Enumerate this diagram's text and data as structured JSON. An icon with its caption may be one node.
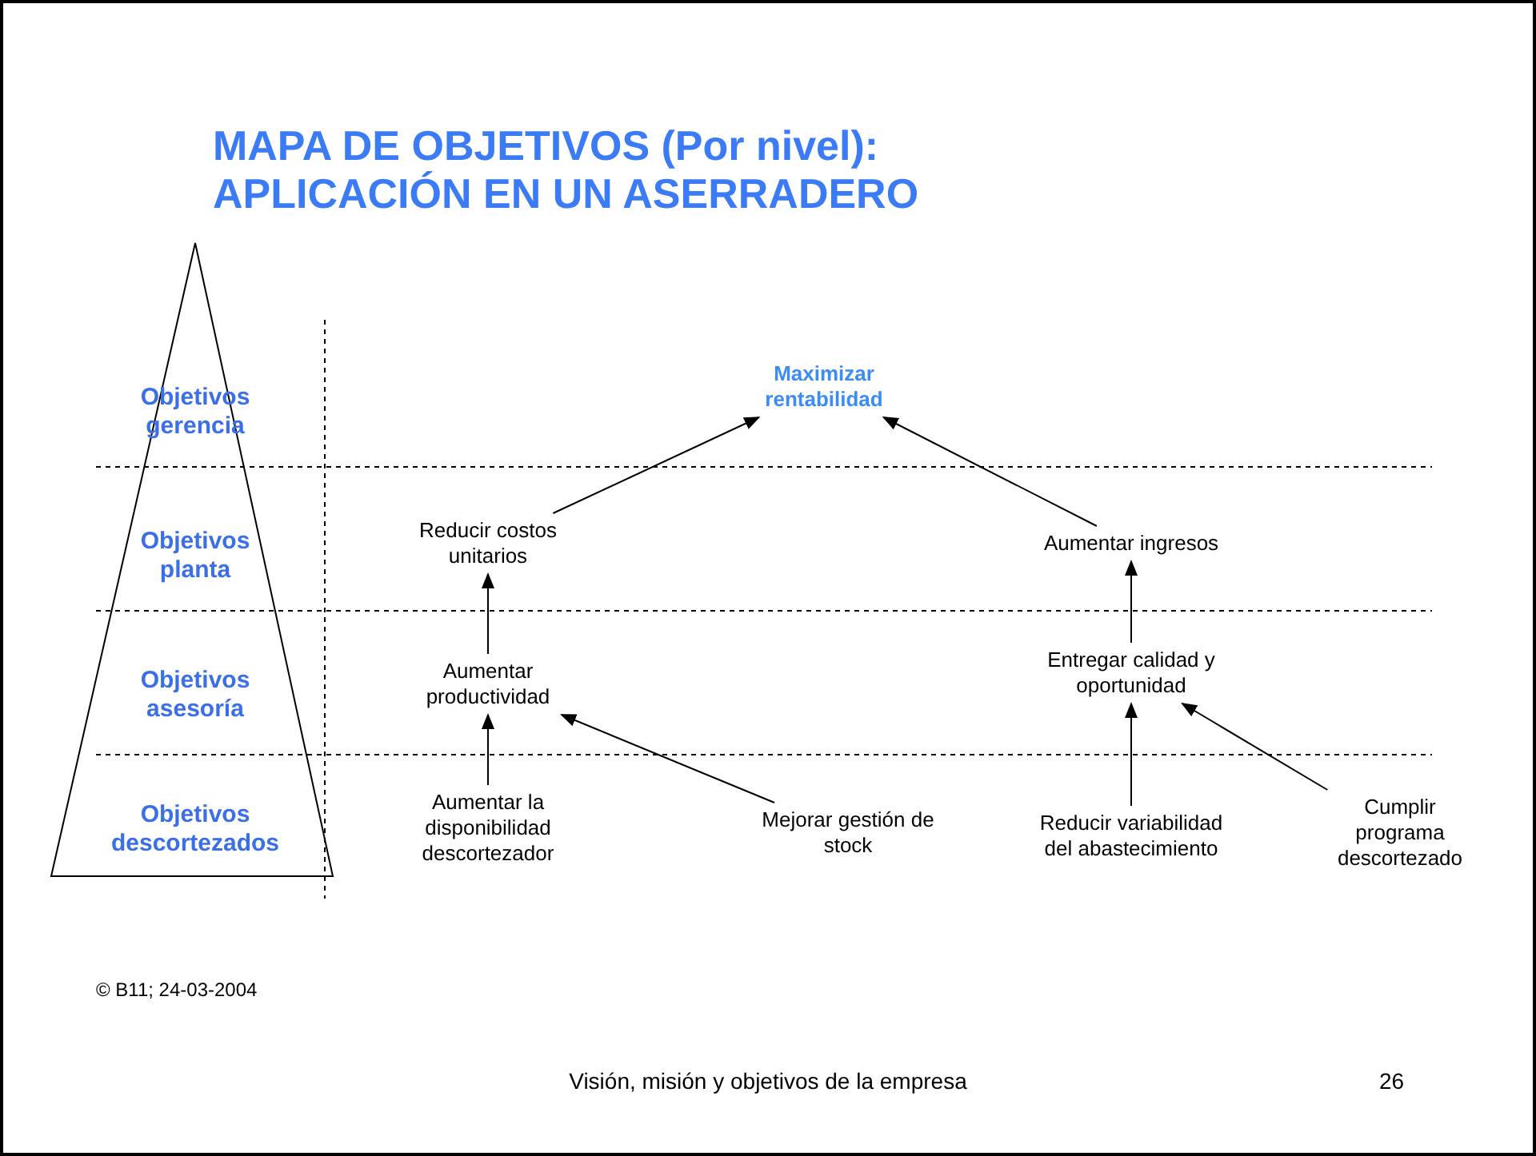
{
  "diagram": {
    "title": "MAPA DE OBJETIVOS (Por nivel): APLICACIÓN EN UN ASERRADERO",
    "nodes": [
      {
        "text": [
          "Maximizar rentabilidad"
        ]
      },
      {
        "text": [
          "Reducir costos unitarios"
        ]
      },
      {
        "text": [
          "Aumentar ingresos"
        ]
      },
      {
        "text": [
          "Aumentar productividad"
        ]
      },
      {
        "text": [
          "Entregar calidad y oportunidad"
        ]
      },
      {
        "text": [
          "Aumentar la disponibilidad descortezador"
        ]
      },
      {
        "text": [
          "Mejorar gestión de stock"
        ]
      },
      {
        "text": [
          "Reducir variabilidad del abastecimiento"
        ]
      },
      {
        "text": [
          "Cumplir programa descortezado"
        ]
      }
    ],
    "edges": [
      {
        "from": 1,
        "to": 0,
        "arrow": "to"
      },
      {
        "from": 2,
        "to": 0,
        "arrow": "to"
      },
      {
        "from": 3,
        "to": 1,
        "arrow": "to"
      },
      {
        "from": 4,
        "to": 2,
        "arrow": "to"
      },
      {
        "from": 5,
        "to": 3,
        "arrow": "to"
      },
      {
        "from": 6,
        "to": 3,
        "arrow": "to"
      },
      {
        "from": 7,
        "to": 4,
        "arrow": "to"
      },
      {
        "from": 8,
        "to": 4,
        "arrow": "to"
      }
    ],
    "labels": [
      "Objetivos gerencia",
      "Objetivos planta",
      "Objetivos asesoría",
      "Objetivos descortezados",
      "© B11; 24-03-2004",
      "Visión, misión y objetivos de la empresa",
      "26"
    ]
  }
}
